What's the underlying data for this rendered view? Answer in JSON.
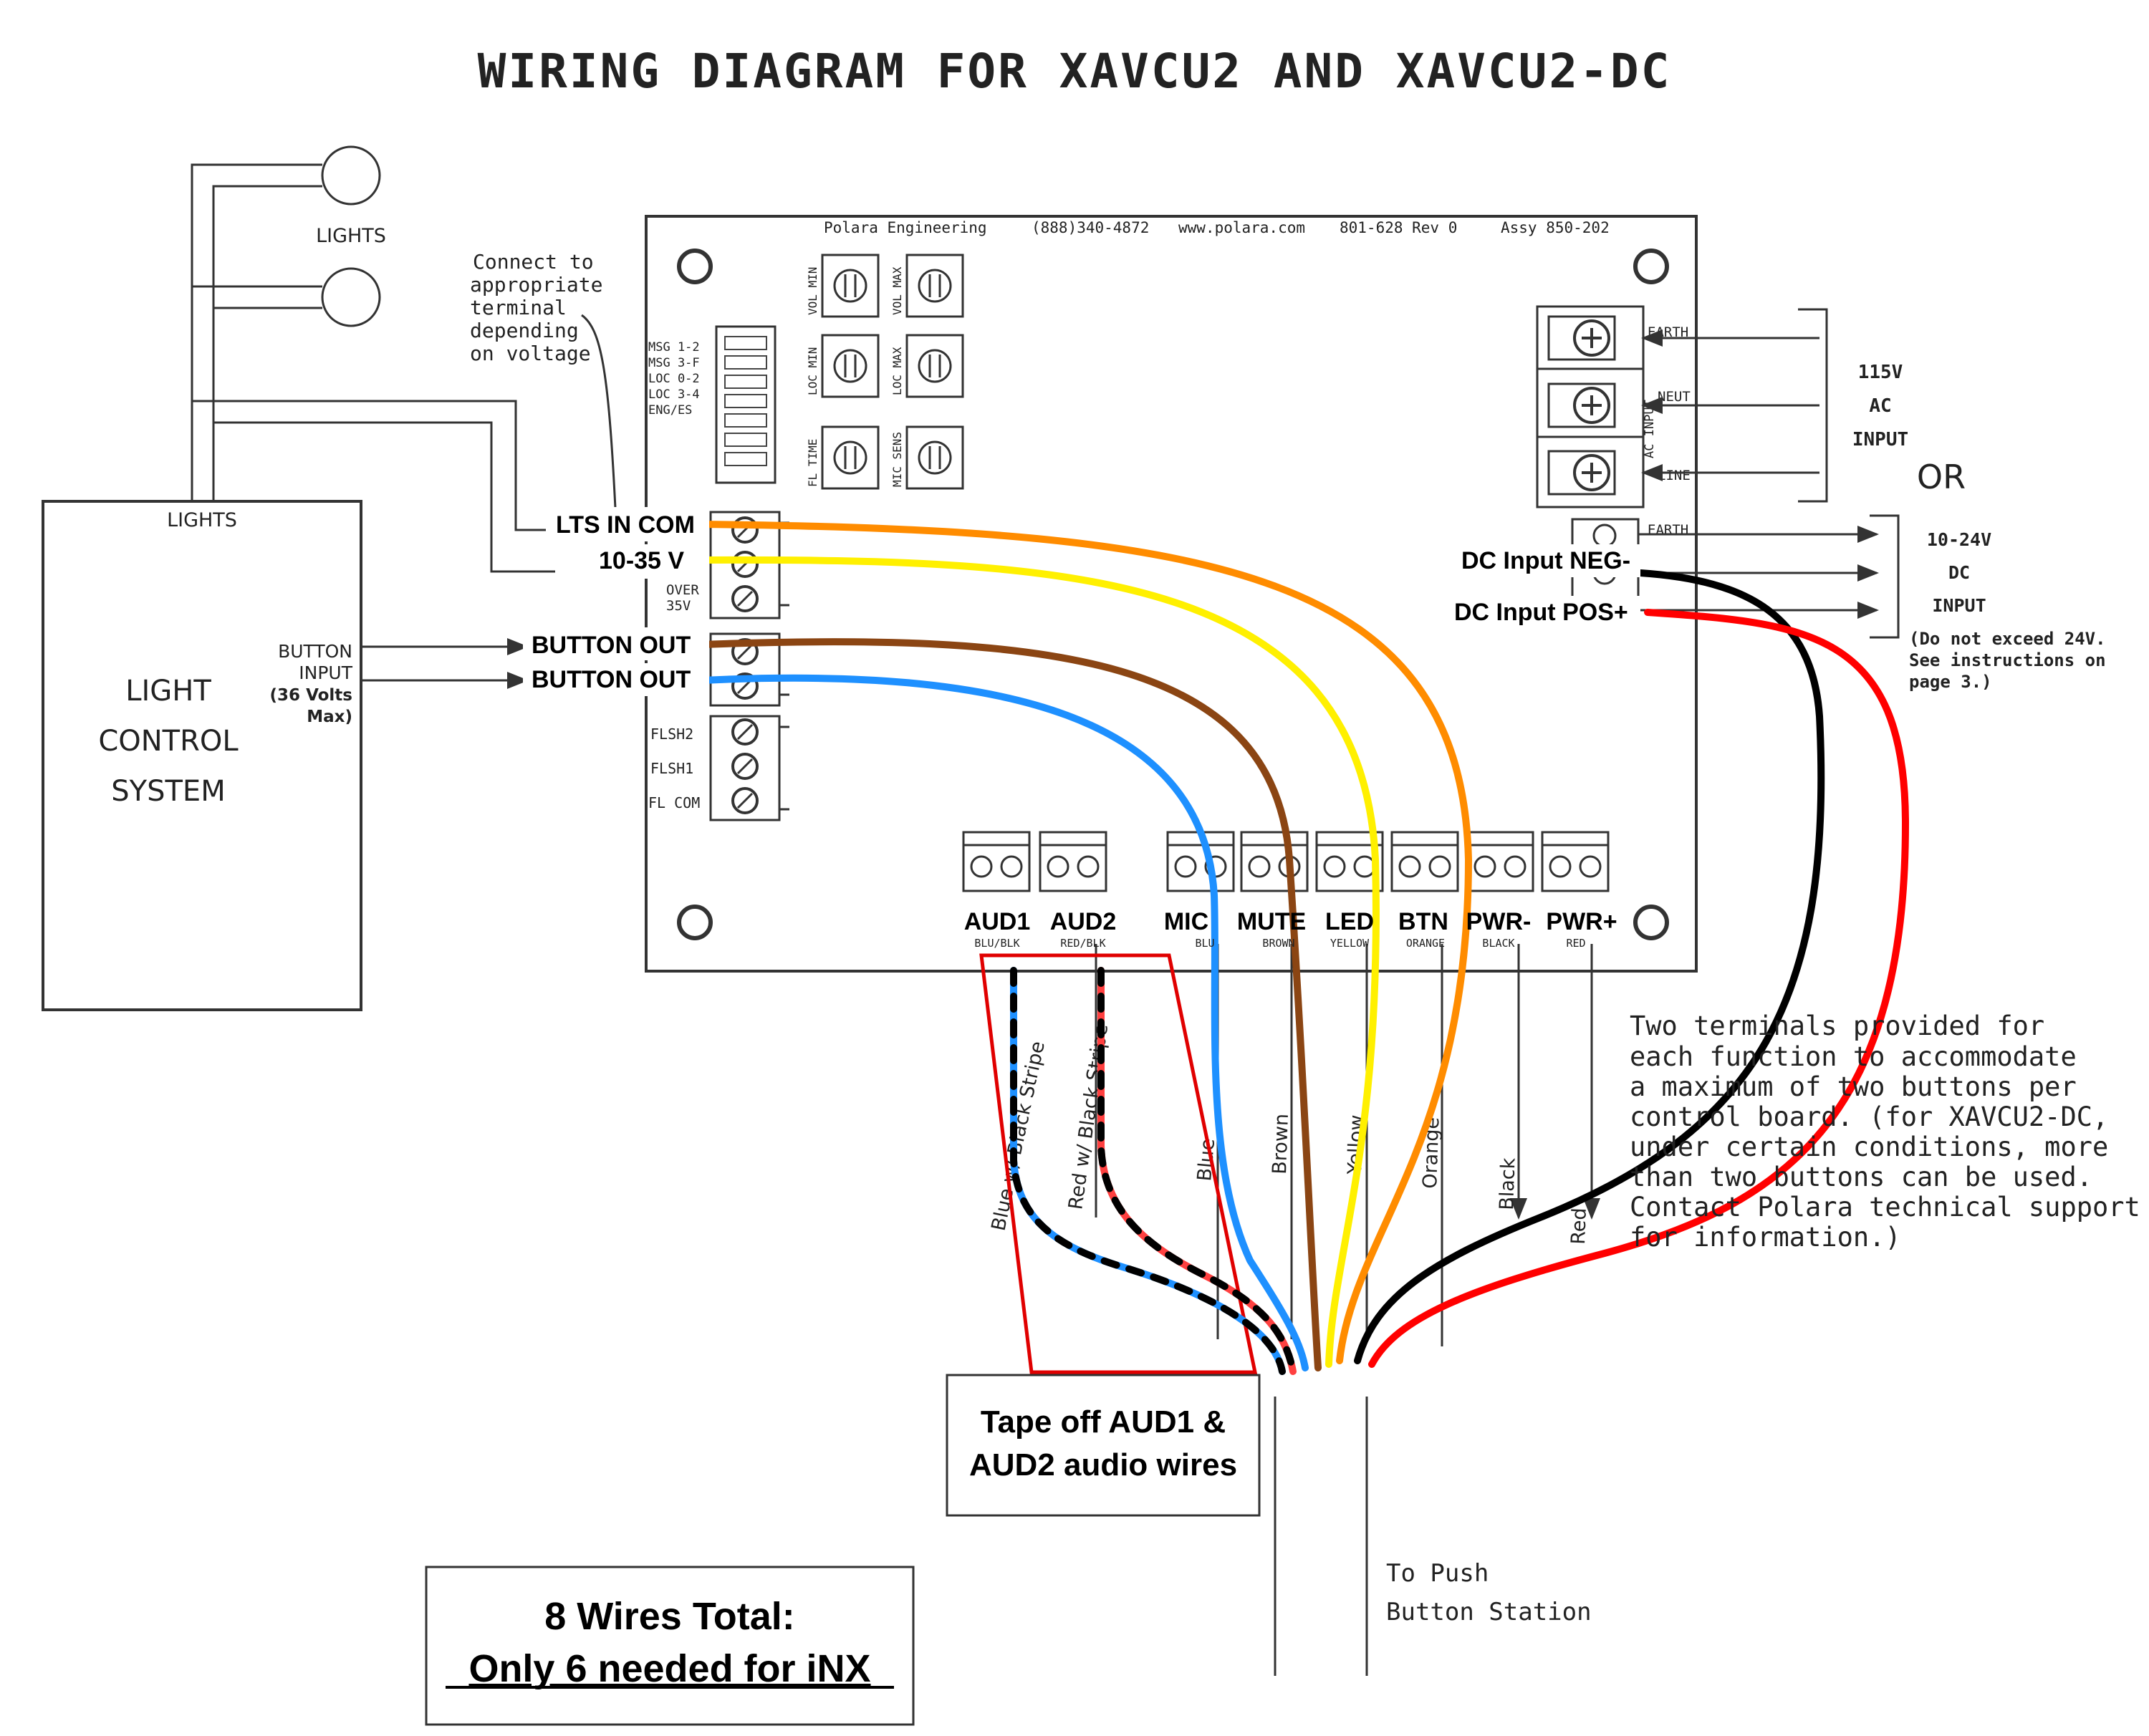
{
  "title": "WIRING DIAGRAM FOR XAVCU2 AND XAVCU2-DC",
  "board_header": {
    "company": "Polara Engineering",
    "phone": "(888)340-4872",
    "web": "www.polara.com",
    "rev": "801-628 Rev 0",
    "assy": "Assy 850-202"
  },
  "pots": [
    "VOL MIN",
    "VOL MAX",
    "LOC MIN",
    "LOC MAX",
    "FL TIME",
    "MIC SENS"
  ],
  "dip_labels": [
    "MSG 1-2",
    "MSG 3-F",
    "LOC 0-2",
    "LOC 3-4",
    "ENG/ES"
  ],
  "lights_label_top": "LIGHTS",
  "connect_note": [
    "Connect to",
    "appropriate",
    "terminal",
    "depending",
    "on voltage"
  ],
  "light_control": {
    "lights": "LIGHTS",
    "name": [
      "LIGHT",
      "CONTROL",
      "SYSTEM"
    ],
    "button_input": [
      "BUTTON",
      "INPUT",
      "(36 Volts",
      "Max)"
    ]
  },
  "left_terminal_labels": {
    "lts_in_com": "LTS IN COM",
    "v10_35": "10-35 V",
    "over35": [
      "OVER",
      "35V"
    ],
    "button_out_1": "BUTTON OUT",
    "button_out_2": "BUTTON OUT",
    "flsh2": "FLSH2",
    "flsh1": "FLSH1",
    "fl_com": "FL COM"
  },
  "ac_block": {
    "earth": "EARTH",
    "neut": "NEUT",
    "line": "LINE",
    "ac_input": "AC INPUT",
    "label": [
      "115V",
      "AC",
      "INPUT"
    ]
  },
  "or_label": "OR",
  "dc_block": {
    "earth": "EARTH",
    "neg_label": "DC Input NEG-",
    "pos_label": "DC Input POS+",
    "label": [
      "10-24V",
      "DC",
      "INPUT"
    ],
    "note": [
      "(Do not exceed 24V.",
      "See instructions on",
      "page 3.)"
    ]
  },
  "bottom_terminals": [
    {
      "name": "AUD1",
      "sub": "BLU/BLK"
    },
    {
      "name": "AUD2",
      "sub": "RED/BLK"
    },
    {
      "name": "MIC",
      "sub": "BLU"
    },
    {
      "name": "MUTE",
      "sub": "BROWN"
    },
    {
      "name": "LED",
      "sub": "YELLOW"
    },
    {
      "name": "BTN",
      "sub": "ORANGE"
    },
    {
      "name": "PWR-",
      "sub": "BLACK"
    },
    {
      "name": "PWR+",
      "sub": "RED"
    }
  ],
  "wire_labels": [
    "Blue w/ Black Stripe",
    "Red w/ Black Stripe",
    "Blue",
    "Brown",
    "Yellow",
    "Orange",
    "Black",
    "Red"
  ],
  "terminal_note": [
    "Two terminals provided for",
    "each function to accommodate",
    "a maximum of two buttons per",
    "control board.  (for XAVCU2-DC,",
    "under certain conditions, more",
    "than two buttons can be used.",
    "Contact Polara technical support",
    "for information.)"
  ],
  "tape_note": [
    "Tape off AUD1 &",
    "AUD2 audio wires"
  ],
  "total_note": {
    "line1": "8 Wires Total:",
    "line2": "Only 6 needed for iNX"
  },
  "push_station": [
    "To Push",
    "Button Station"
  ],
  "colors": {
    "orange": "#FF8C00",
    "yellow": "#FFF000",
    "brown": "#8B4513",
    "blue": "#1E90FF",
    "black": "#000000",
    "red": "#FF0000",
    "highlight": "#E00000"
  }
}
